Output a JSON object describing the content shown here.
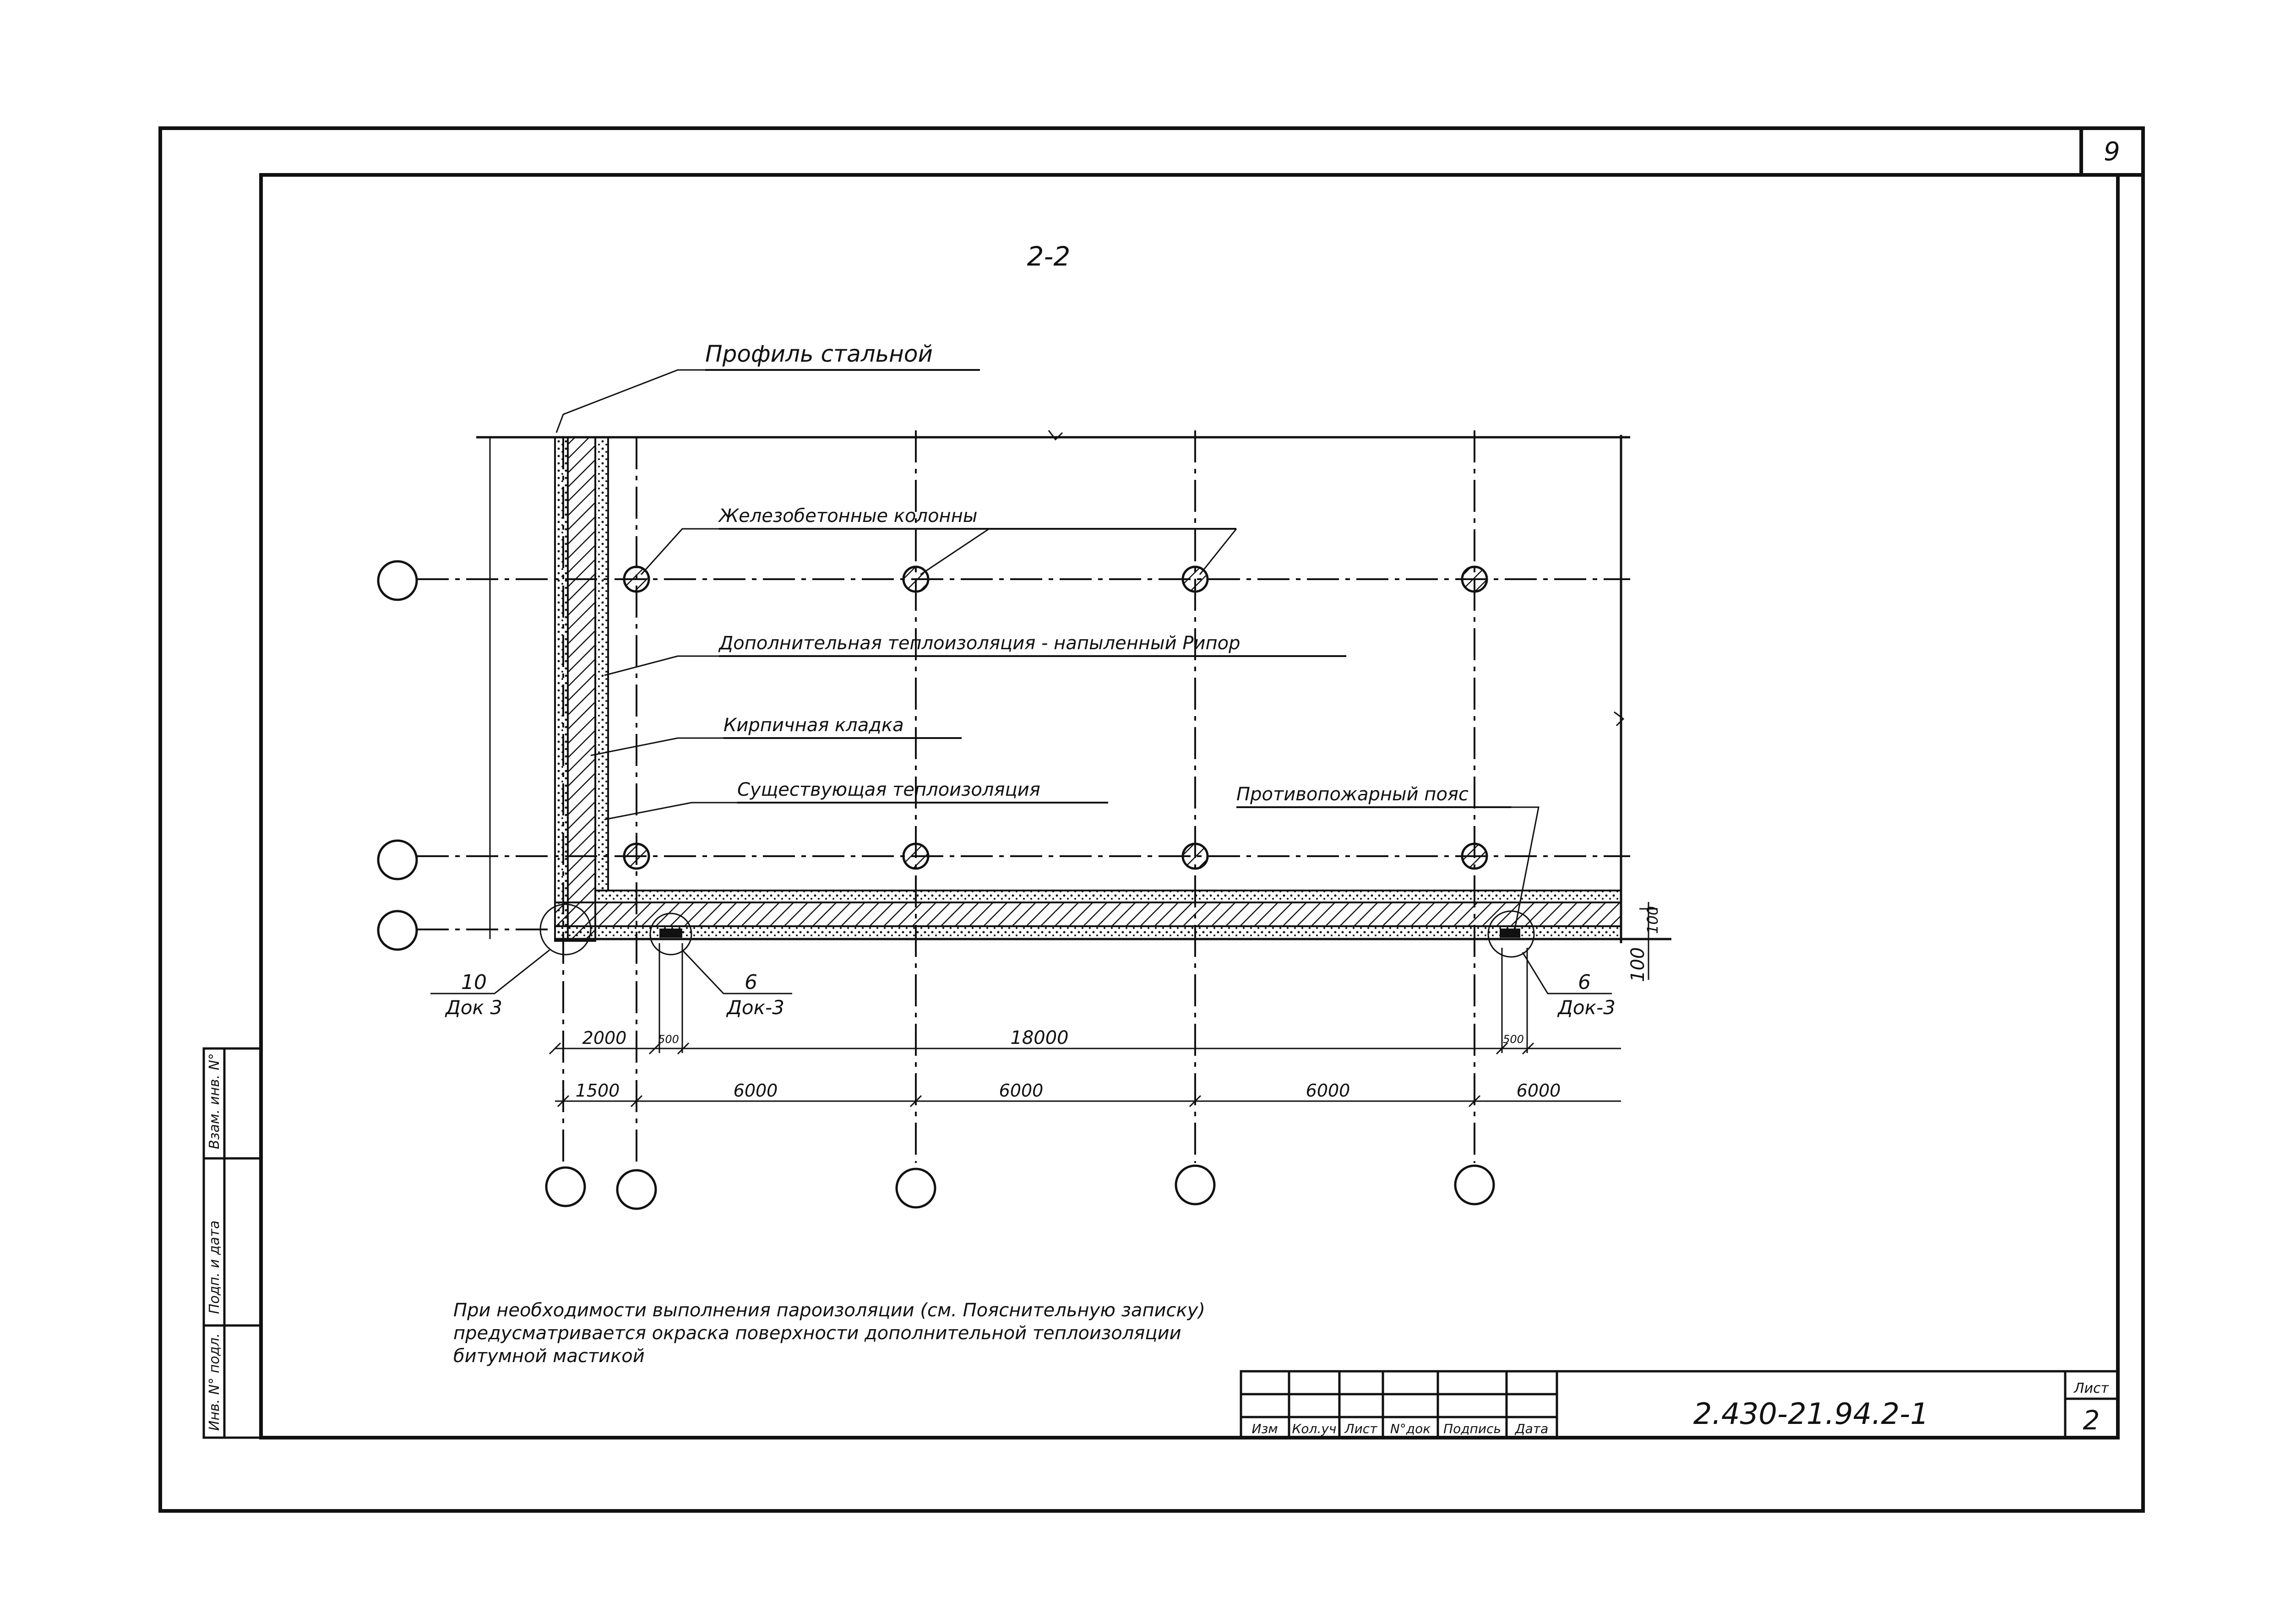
{
  "page_number": "9",
  "section_title": "2-2",
  "labels": {
    "steel_profile": "Профиль стальной",
    "rc_columns": "Железобетонные колонны",
    "extra_insulation": "Дополнительная теплоизоляция - напыленный Рипор",
    "brickwork": "Кирпичная кладка",
    "existing_insulation": "Существующая теплоизоляция",
    "fire_belt": "Противопожарный пояс"
  },
  "callouts": [
    {
      "num": "10",
      "ref": "Док 3"
    },
    {
      "num": "6",
      "ref": "Док-3"
    },
    {
      "num": "6",
      "ref": "Док-3"
    }
  ],
  "dims": {
    "row1": [
      "2000",
      "500",
      "18000",
      "500"
    ],
    "row2": [
      "1500",
      "6000",
      "6000",
      "6000",
      "6000"
    ],
    "vertical": [
      "100",
      "100"
    ]
  },
  "note": [
    "При необходимости выполнения пароизоляции (см. Пояснительную записку)",
    "предусматривается окраска поверхности дополнительной теплоизоляции",
    "битумной мастикой"
  ],
  "title_block": {
    "headers": [
      "Изм",
      "Кол.уч",
      "Лист",
      "N°док",
      "Подпись",
      "Дата"
    ],
    "doc_code": "2.430-21.94.2-1",
    "sheet_label": "Лист",
    "sheet_number": "2"
  },
  "side_stamp": [
    "Взам. инв. N°",
    "Подп. и дата",
    "Инв. N° подл."
  ]
}
